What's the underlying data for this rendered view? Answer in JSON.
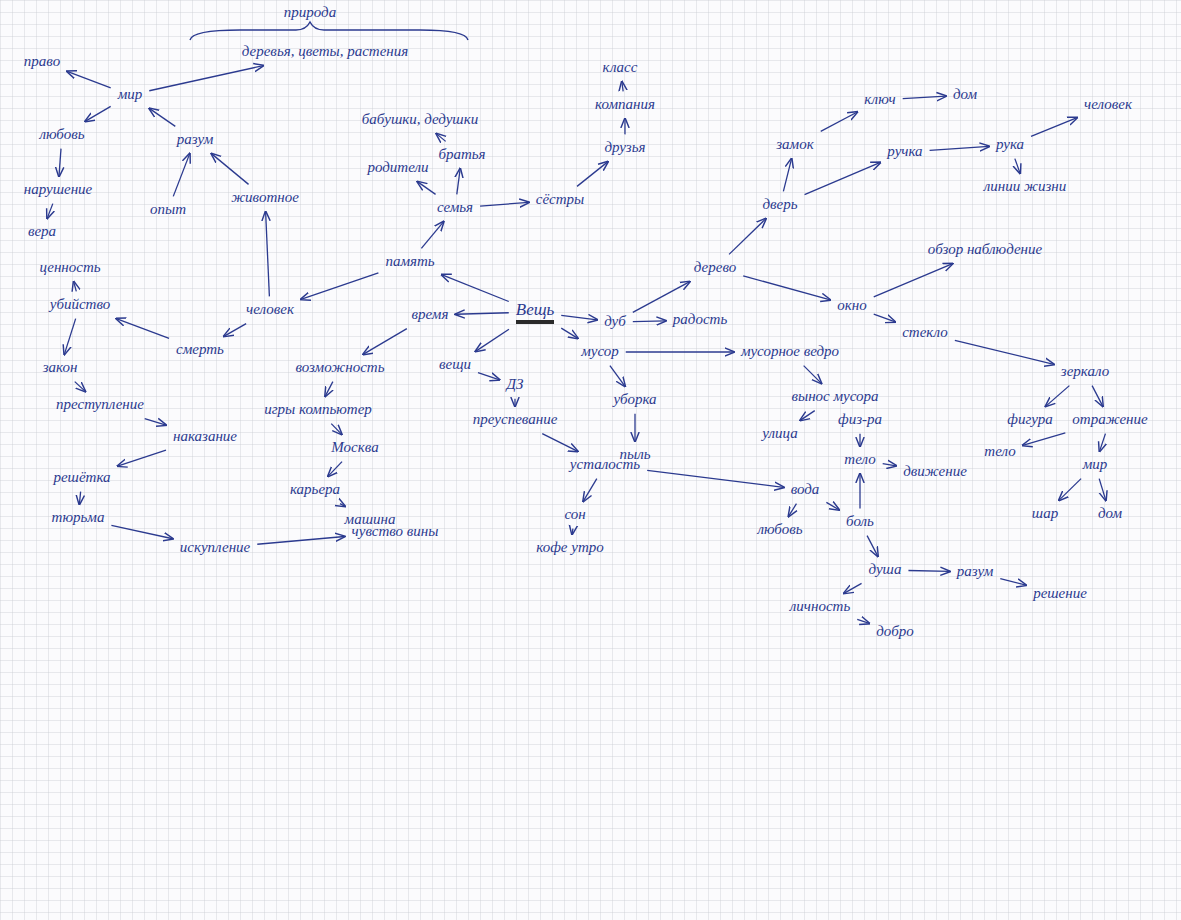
{
  "diagram": {
    "nodes": [
      {
        "text": [
          "Вещь"
        ]
      },
      {
        "text": [
          "память"
        ]
      },
      {
        "text": [
          "семья"
        ]
      },
      {
        "text": [
          "родители"
        ]
      },
      {
        "text": [
          "братья"
        ]
      },
      {
        "text": [
          "бабушки, дедушки"
        ]
      },
      {
        "text": [
          "сёстры"
        ]
      },
      {
        "text": [
          "друзья"
        ]
      },
      {
        "text": [
          "компания"
        ]
      },
      {
        "text": [
          "класс"
        ]
      },
      {
        "text": [
          "деревья, цветы, растения"
        ]
      },
      {
        "text": [
          "мир"
        ]
      },
      {
        "text": [
          "право"
        ]
      },
      {
        "text": [
          "любовь"
        ]
      },
      {
        "text": [
          "нарушение"
        ]
      },
      {
        "text": [
          "вера"
        ]
      },
      {
        "text": [
          "ценность"
        ]
      },
      {
        "text": [
          "убийство"
        ]
      },
      {
        "text": [
          "закон"
        ]
      },
      {
        "text": [
          "преступление"
        ]
      },
      {
        "text": [
          "наказание"
        ]
      },
      {
        "text": [
          "решётка"
        ]
      },
      {
        "text": [
          "тюрьма"
        ]
      },
      {
        "text": [
          "искупление"
        ]
      },
      {
        "text": [
          "чувство вины"
        ]
      },
      {
        "text": [
          "разум"
        ]
      },
      {
        "text": [
          "опыт"
        ]
      },
      {
        "text": [
          "животное"
        ]
      },
      {
        "text": [
          "человек"
        ]
      },
      {
        "text": [
          "смерть"
        ]
      },
      {
        "text": [
          "время"
        ]
      },
      {
        "text": [
          "возможность"
        ]
      },
      {
        "text": [
          "вещи"
        ]
      },
      {
        "text": [
          "игры компьютер"
        ]
      },
      {
        "text": [
          "Москва"
        ]
      },
      {
        "text": [
          "карьера"
        ]
      },
      {
        "text": [
          "машина"
        ]
      },
      {
        "text": [
          "ДЗ"
        ]
      },
      {
        "text": [
          "преуспевание"
        ]
      },
      {
        "text": [
          "усталость"
        ]
      },
      {
        "text": [
          "сон"
        ]
      },
      {
        "text": [
          "кофе утро"
        ]
      },
      {
        "text": [
          "мусор"
        ]
      },
      {
        "text": [
          "уборка"
        ]
      },
      {
        "text": [
          "пыль"
        ]
      },
      {
        "text": [
          "мусорное ведро"
        ]
      },
      {
        "text": [
          "вынос мусора"
        ]
      },
      {
        "text": [
          "улица"
        ]
      },
      {
        "text": [
          "физ-ра"
        ]
      },
      {
        "text": [
          "тело"
        ]
      },
      {
        "text": [
          "движение"
        ]
      },
      {
        "text": [
          "вода"
        ]
      },
      {
        "text": [
          "любовь"
        ]
      },
      {
        "text": [
          "боль"
        ]
      },
      {
        "text": [
          "душа"
        ]
      },
      {
        "text": [
          "разум"
        ]
      },
      {
        "text": [
          "решение"
        ]
      },
      {
        "text": [
          "личность"
        ]
      },
      {
        "text": [
          "добро"
        ]
      },
      {
        "text": [
          "дуб"
        ]
      },
      {
        "text": [
          "радость"
        ]
      },
      {
        "text": [
          "дерево"
        ]
      },
      {
        "text": [
          "дверь"
        ]
      },
      {
        "text": [
          "замок"
        ]
      },
      {
        "text": [
          "ключ"
        ]
      },
      {
        "text": [
          "дом"
        ]
      },
      {
        "text": [
          "ручка"
        ]
      },
      {
        "text": [
          "рука"
        ]
      },
      {
        "text": [
          "человек"
        ]
      },
      {
        "text": [
          "линии жизни"
        ]
      },
      {
        "text": [
          "окно"
        ]
      },
      {
        "text": [
          "обзор наблюдение"
        ]
      },
      {
        "text": [
          "стекло"
        ]
      },
      {
        "text": [
          "зеркало"
        ]
      },
      {
        "text": [
          "фигура"
        ]
      },
      {
        "text": [
          "отражение"
        ]
      },
      {
        "text": [
          "тело"
        ]
      },
      {
        "text": [
          "мир"
        ]
      },
      {
        "text": [
          "шар"
        ]
      },
      {
        "text": [
          "дом"
        ]
      }
    ],
    "edges": [
      {
        "from": 0,
        "to": 1,
        "arrow": "to"
      },
      {
        "from": 1,
        "to": 2,
        "arrow": "to"
      },
      {
        "from": 2,
        "to": 3,
        "arrow": "to"
      },
      {
        "from": 2,
        "to": 4,
        "arrow": "to"
      },
      {
        "from": 4,
        "to": 5,
        "arrow": "to"
      },
      {
        "from": 2,
        "to": 6,
        "arrow": "to"
      },
      {
        "from": 6,
        "to": 7,
        "arrow": "to"
      },
      {
        "from": 7,
        "to": 8,
        "arrow": "to"
      },
      {
        "from": 8,
        "to": 9,
        "arrow": "to"
      },
      {
        "from": 1,
        "to": 28,
        "arrow": "to"
      },
      {
        "from": 28,
        "to": 27,
        "arrow": "to"
      },
      {
        "from": 27,
        "to": 25,
        "arrow": "to"
      },
      {
        "from": 26,
        "to": 25,
        "arrow": "to"
      },
      {
        "from": 25,
        "to": 11,
        "arrow": "to"
      },
      {
        "from": 11,
        "to": 10,
        "arrow": "to"
      },
      {
        "from": 11,
        "to": 12,
        "arrow": "to"
      },
      {
        "from": 11,
        "to": 13,
        "arrow": "to"
      },
      {
        "from": 13,
        "to": 14,
        "arrow": "to"
      },
      {
        "from": 14,
        "to": 15,
        "arrow": "to"
      },
      {
        "from": 28,
        "to": 29,
        "arrow": "to"
      },
      {
        "from": 29,
        "to": 17,
        "arrow": "to"
      },
      {
        "from": 17,
        "to": 16,
        "arrow": "to"
      },
      {
        "from": 17,
        "to": 18,
        "arrow": "to"
      },
      {
        "from": 18,
        "to": 19,
        "arrow": "to"
      },
      {
        "from": 19,
        "to": 20,
        "arrow": "to"
      },
      {
        "from": 20,
        "to": 21,
        "arrow": "to"
      },
      {
        "from": 21,
        "to": 22,
        "arrow": "to"
      },
      {
        "from": 22,
        "to": 23,
        "arrow": "to"
      },
      {
        "from": 23,
        "to": 24,
        "arrow": "to"
      },
      {
        "from": 0,
        "to": 30,
        "arrow": "to"
      },
      {
        "from": 30,
        "to": 31,
        "arrow": "to"
      },
      {
        "from": 31,
        "to": 33,
        "arrow": "to"
      },
      {
        "from": 33,
        "to": 34,
        "arrow": "to"
      },
      {
        "from": 34,
        "to": 35,
        "arrow": "to"
      },
      {
        "from": 35,
        "to": 36,
        "arrow": "to"
      },
      {
        "from": 0,
        "to": 32,
        "arrow": "to"
      },
      {
        "from": 32,
        "to": 37,
        "arrow": "to"
      },
      {
        "from": 37,
        "to": 38,
        "arrow": "to"
      },
      {
        "from": 38,
        "to": 39,
        "arrow": "to"
      },
      {
        "from": 39,
        "to": 40,
        "arrow": "to"
      },
      {
        "from": 40,
        "to": 41,
        "arrow": "to"
      },
      {
        "from": 0,
        "to": 42,
        "arrow": "to"
      },
      {
        "from": 42,
        "to": 45,
        "arrow": "to"
      },
      {
        "from": 42,
        "to": 43,
        "arrow": "to"
      },
      {
        "from": 43,
        "to": 44,
        "arrow": "to"
      },
      {
        "from": 45,
        "to": 46,
        "arrow": "to"
      },
      {
        "from": 46,
        "to": 47,
        "arrow": "to"
      },
      {
        "from": 39,
        "to": 51,
        "arrow": "to"
      },
      {
        "from": 51,
        "to": 52,
        "arrow": "to"
      },
      {
        "from": 51,
        "to": 53,
        "arrow": "to"
      },
      {
        "from": 48,
        "to": 49,
        "arrow": "to"
      },
      {
        "from": 53,
        "to": 49,
        "arrow": "to"
      },
      {
        "from": 49,
        "to": 50,
        "arrow": "to"
      },
      {
        "from": 53,
        "to": 54,
        "arrow": "to"
      },
      {
        "from": 54,
        "to": 55,
        "arrow": "to"
      },
      {
        "from": 55,
        "to": 56,
        "arrow": "to"
      },
      {
        "from": 54,
        "to": 57,
        "arrow": "to"
      },
      {
        "from": 57,
        "to": 58,
        "arrow": "to"
      },
      {
        "from": 0,
        "to": 59,
        "arrow": "to"
      },
      {
        "from": 59,
        "to": 60,
        "arrow": "to"
      },
      {
        "from": 59,
        "to": 61,
        "arrow": "to"
      },
      {
        "from": 61,
        "to": 62,
        "arrow": "to"
      },
      {
        "from": 62,
        "to": 63,
        "arrow": "to"
      },
      {
        "from": 63,
        "to": 64,
        "arrow": "to"
      },
      {
        "from": 64,
        "to": 65,
        "arrow": "to"
      },
      {
        "from": 62,
        "to": 66,
        "arrow": "to"
      },
      {
        "from": 66,
        "to": 67,
        "arrow": "to"
      },
      {
        "from": 67,
        "to": 68,
        "arrow": "to"
      },
      {
        "from": 67,
        "to": 69,
        "arrow": "to"
      },
      {
        "from": 61,
        "to": 70,
        "arrow": "to"
      },
      {
        "from": 70,
        "to": 71,
        "arrow": "to"
      },
      {
        "from": 70,
        "to": 72,
        "arrow": "to"
      },
      {
        "from": 72,
        "to": 73,
        "arrow": "to"
      },
      {
        "from": 73,
        "to": 74,
        "arrow": "to"
      },
      {
        "from": 73,
        "to": 75,
        "arrow": "to"
      },
      {
        "from": 75,
        "to": 76,
        "arrow": "to"
      },
      {
        "from": 75,
        "to": 77,
        "arrow": "to"
      },
      {
        "from": 77,
        "to": 78,
        "arrow": "to"
      },
      {
        "from": 77,
        "to": 79,
        "arrow": "to"
      }
    ],
    "labels": [
      "природа"
    ]
  }
}
